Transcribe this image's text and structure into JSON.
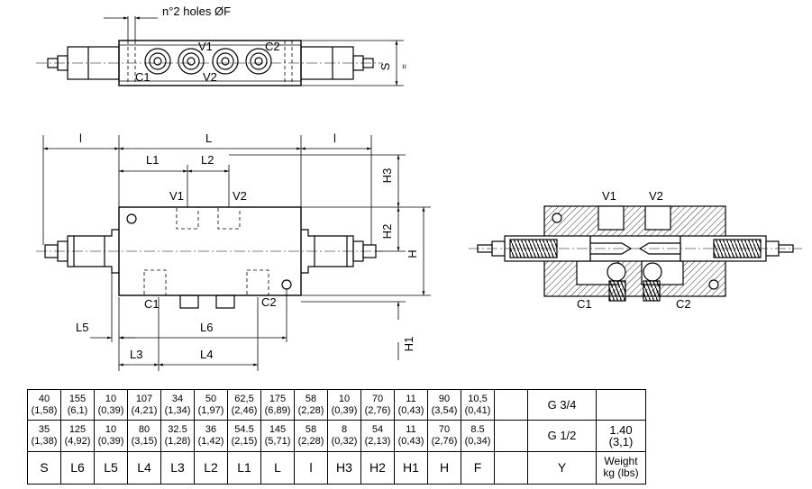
{
  "labels": {
    "holes": "n°2 holes ØF",
    "v1": "V1",
    "v2": "V2",
    "c1": "C1",
    "c2": "C2",
    "S": "S",
    "L": "L",
    "l": "l",
    "L1": "L1",
    "L2": "L2",
    "L3": "L3",
    "L4": "L4",
    "L5": "L5",
    "L6": "L6",
    "H": "H",
    "H1": "H1",
    "H2": "H2",
    "H3": "H3"
  },
  "table": {
    "rows": [
      {
        "cells": [
          {
            "v": "40",
            "i": "(1,58)"
          },
          {
            "v": "155",
            "i": "(6,1)"
          },
          {
            "v": "10",
            "i": "(0,39)"
          },
          {
            "v": "107",
            "i": "(4,21)"
          },
          {
            "v": "34",
            "i": "(1,34)"
          },
          {
            "v": "50",
            "i": "(1,97)"
          },
          {
            "v": "62,5",
            "i": "(2,46)"
          },
          {
            "v": "175",
            "i": "(6,89)"
          },
          {
            "v": "58",
            "i": "(2,28)"
          },
          {
            "v": "10",
            "i": "(0,39)"
          },
          {
            "v": "70",
            "i": "(2,76)"
          },
          {
            "v": "11",
            "i": "(0,43)"
          },
          {
            "v": "90",
            "i": "(3,54)"
          },
          {
            "v": "10,5",
            "i": "(0,41)"
          },
          {
            "v": "",
            "i": ""
          }
        ],
        "thread": "G 3/4",
        "weight": ""
      },
      {
        "cells": [
          {
            "v": "35",
            "i": "(1,38)"
          },
          {
            "v": "125",
            "i": "(4,92)"
          },
          {
            "v": "10",
            "i": "(0,39)"
          },
          {
            "v": "80",
            "i": "(3,15)"
          },
          {
            "v": "32.5",
            "i": "(1,28)"
          },
          {
            "v": "36",
            "i": "(1,42)"
          },
          {
            "v": "54.5",
            "i": "(2,15)"
          },
          {
            "v": "145",
            "i": "(5,71)"
          },
          {
            "v": "58",
            "i": "(2,28)"
          },
          {
            "v": "8",
            "i": "(0,32)"
          },
          {
            "v": "54",
            "i": "(2,13)"
          },
          {
            "v": "11",
            "i": "(0,43)"
          },
          {
            "v": "70",
            "i": "(2,76)"
          },
          {
            "v": "8.5",
            "i": "(0,34)"
          },
          {
            "v": "",
            "i": ""
          }
        ],
        "thread": "G 1/2",
        "weight": "1.40",
        "weight_imp": "(3,1)"
      }
    ],
    "headers": [
      "S",
      "L6",
      "L5",
      "L4",
      "L3",
      "L2",
      "L1",
      "L",
      "l",
      "H3",
      "H2",
      "H1",
      "H",
      "F",
      ""
    ],
    "thread_header": "Y",
    "weight_header_1": "Weight",
    "weight_header_2": "kg (lbs)"
  }
}
